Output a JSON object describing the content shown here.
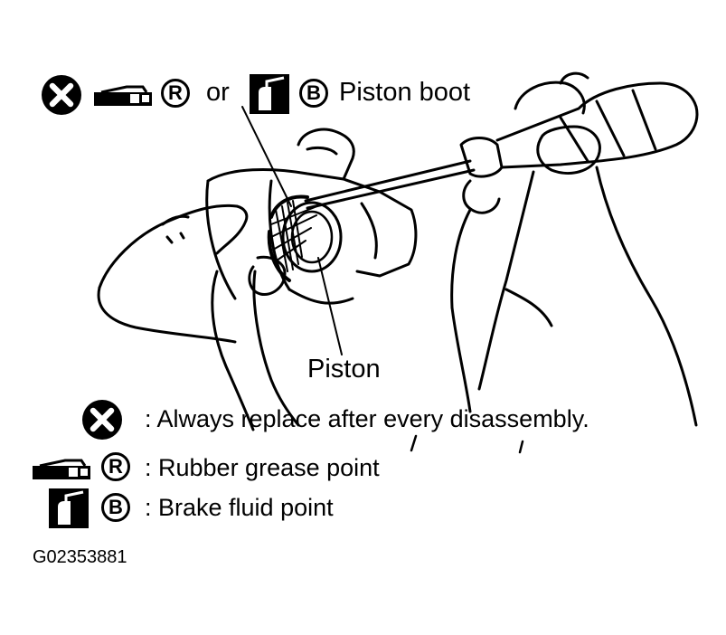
{
  "heading": {
    "or_text": "or",
    "piston_boot_label": "Piston boot",
    "grease_letter": "R",
    "fluid_letter": "B"
  },
  "callout": {
    "piston_label": "Piston"
  },
  "legend": {
    "items": [
      {
        "icon": "replace-x-icon",
        "text": ": Always replace after every disassembly."
      },
      {
        "icon": "rubber-grease-icon",
        "letter": "R",
        "text": ": Rubber grease point"
      },
      {
        "icon": "brake-fluid-icon",
        "letter": "B",
        "text": ": Brake fluid point"
      }
    ]
  },
  "figure_id": "G02353881"
}
